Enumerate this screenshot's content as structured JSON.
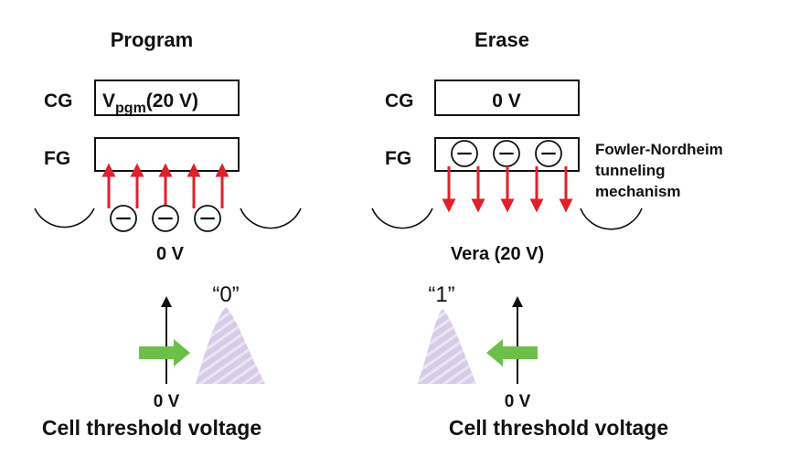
{
  "colors": {
    "arrow_red": "#e0202b",
    "arrow_green": "#6cc04a",
    "distribution": "#d7cce8",
    "distribution_hatch": "#ece5f4",
    "ink": "#111111"
  },
  "program": {
    "title": "Program",
    "cg_label": "CG",
    "cg_voltage_main": "V",
    "cg_voltage_sub": "pgm",
    "cg_voltage_value": "(20 V)",
    "fg_label": "FG",
    "substrate_voltage": "0 V",
    "state_label": "“0”",
    "axis_label": "0 V",
    "caption": "Cell threshold voltage",
    "electron_count": 3,
    "arrow_count": 5,
    "arrow_direction": "up",
    "shift_arrow_direction": "right",
    "electron_icon": "minus-circle-icon"
  },
  "erase": {
    "title": "Erase",
    "cg_label": "CG",
    "cg_voltage": "0 V",
    "fg_label": "FG",
    "substrate_voltage": "Vera (20 V)",
    "mechanism_line1": "Fowler-Nordheim",
    "mechanism_line2": "tunneling",
    "mechanism_line3": "mechanism",
    "state_label": "“1”",
    "axis_label": "0 V",
    "caption": "Cell threshold voltage",
    "electron_count": 3,
    "arrow_count": 5,
    "arrow_direction": "down",
    "shift_arrow_direction": "left",
    "electron_icon": "minus-circle-icon"
  }
}
